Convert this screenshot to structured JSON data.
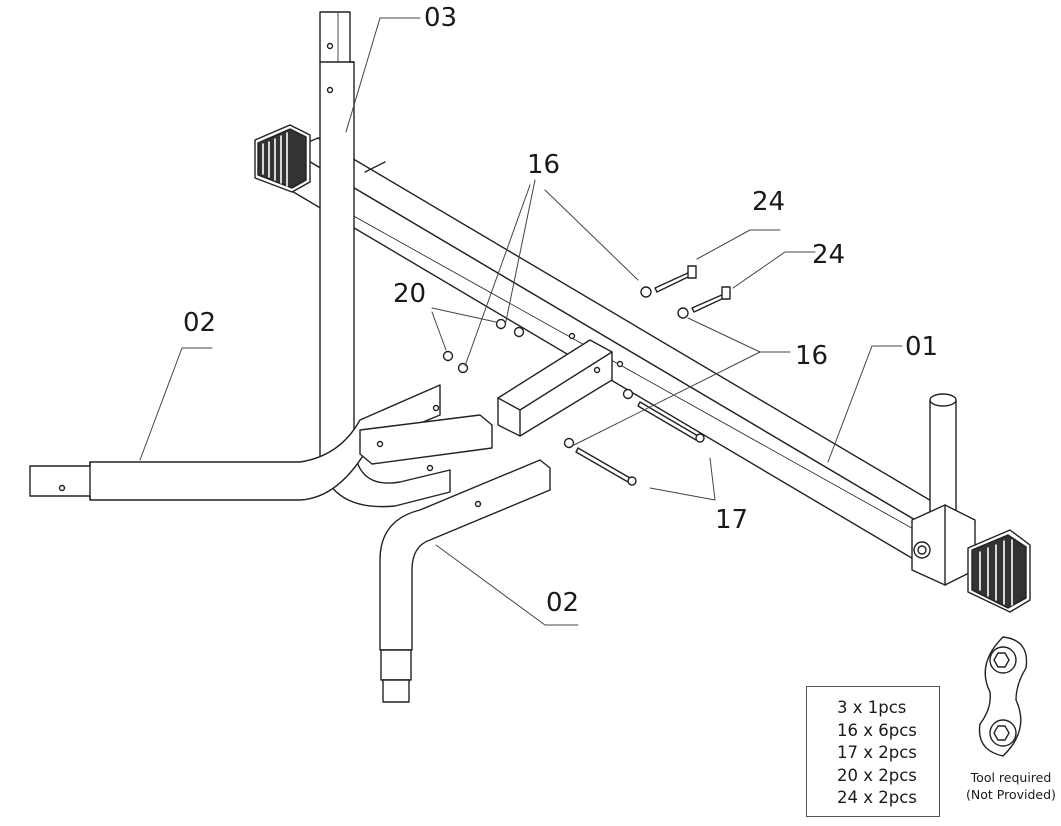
{
  "labels": {
    "part_03": "03",
    "part_16_top": "16",
    "part_24_upper": "24",
    "part_24_lower": "24",
    "part_20": "20",
    "part_02_left": "02",
    "part_16_right": "16",
    "part_01": "01",
    "part_17": "17",
    "part_02_bottom": "02"
  },
  "parts_list": {
    "rows": [
      "3 x 1pcs",
      "16 x 6pcs",
      "17 x 2pcs",
      "20 x 2pcs",
      "24 x 2pcs"
    ]
  },
  "tool": {
    "icon": "wrench-icon",
    "caption_line1": "Tool required",
    "caption_line2": "(Not Provided)"
  }
}
